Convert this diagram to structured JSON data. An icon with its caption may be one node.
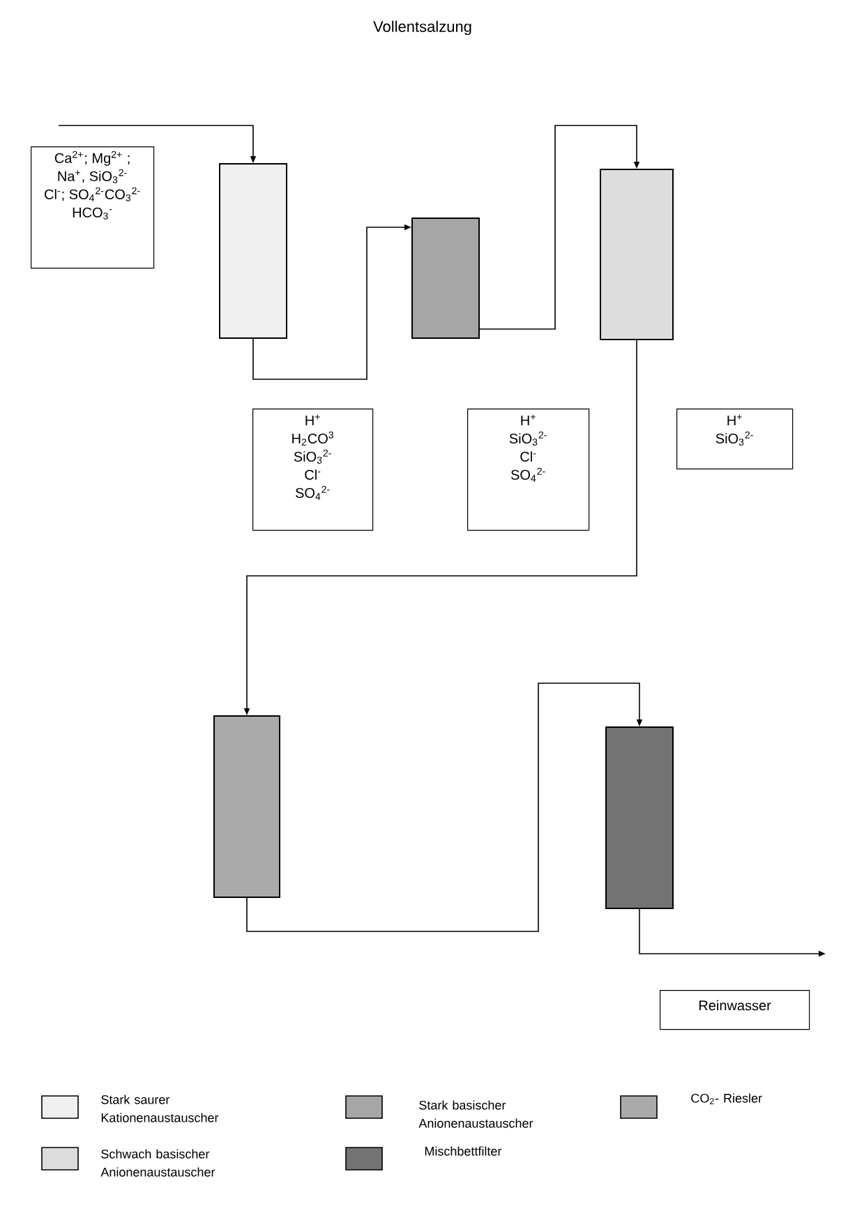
{
  "diagram": {
    "title": "Vollentsalzung",
    "nodes": [
      {
        "text": [
          "Ca$^{2+}$; Mg$^{2+}$ ;",
          "Na$^{+}$, SiO$_{3}$$^{2-}$",
          "Cl$^{-}$; SO$_{4}$$^{2-}$CO$_{3}$$^{2-}$",
          "HCO$_{3}$$^{-}$"
        ]
      },
      {
        "text": [],
        "shape": "box"
      },
      {
        "text": [],
        "shape": "box"
      },
      {
        "text": [],
        "shape": "box"
      },
      {
        "text": [
          "H$^{+}$",
          "H$_{2}$CO$^{3}$",
          "SiO$_{3}$$^{2-}$",
          "Cl$^{-}$",
          "SO$_{4}$$^{2-}$"
        ]
      },
      {
        "text": [
          "H$^{+}$",
          "SiO$_{3}$$^{2-}$",
          "Cl$^{-}$",
          "SO$_{4}$$^{2-}$"
        ]
      },
      {
        "text": [
          "H$^{+}$",
          "SiO$_{3}$$^{2-}$"
        ]
      },
      {
        "text": [],
        "shape": "box"
      },
      {
        "text": [],
        "shape": "box"
      },
      {
        "text": [
          "Reinwasser"
        ]
      }
    ],
    "edges": [
      {
        "from": null,
        "to": 1,
        "arrow": "to"
      },
      {
        "from": 1,
        "to": 2,
        "arrow": "to"
      },
      {
        "from": 2,
        "to": 3,
        "arrow": "to"
      },
      {
        "from": 3,
        "to": 7,
        "arrow": "to"
      },
      {
        "from": 7,
        "to": 8,
        "arrow": "to"
      },
      {
        "from": 8,
        "to": null,
        "arrow": "to"
      }
    ],
    "legend": [
      {
        "text": "Stark saurer Kationenaustauscher",
        "color": "#f0f0f0"
      },
      {
        "text": "Stark basischer Anionenaustauscher",
        "color": "#a6a6a6"
      },
      {
        "text": "CO$_{2}$- Riesler",
        "color": "#aaaaaa"
      },
      {
        "text": "Schwach basischer Anionenaustauscher",
        "color": "#dddddd"
      },
      {
        "text": "Mischbettfilter",
        "color": "#737373"
      }
    ]
  }
}
